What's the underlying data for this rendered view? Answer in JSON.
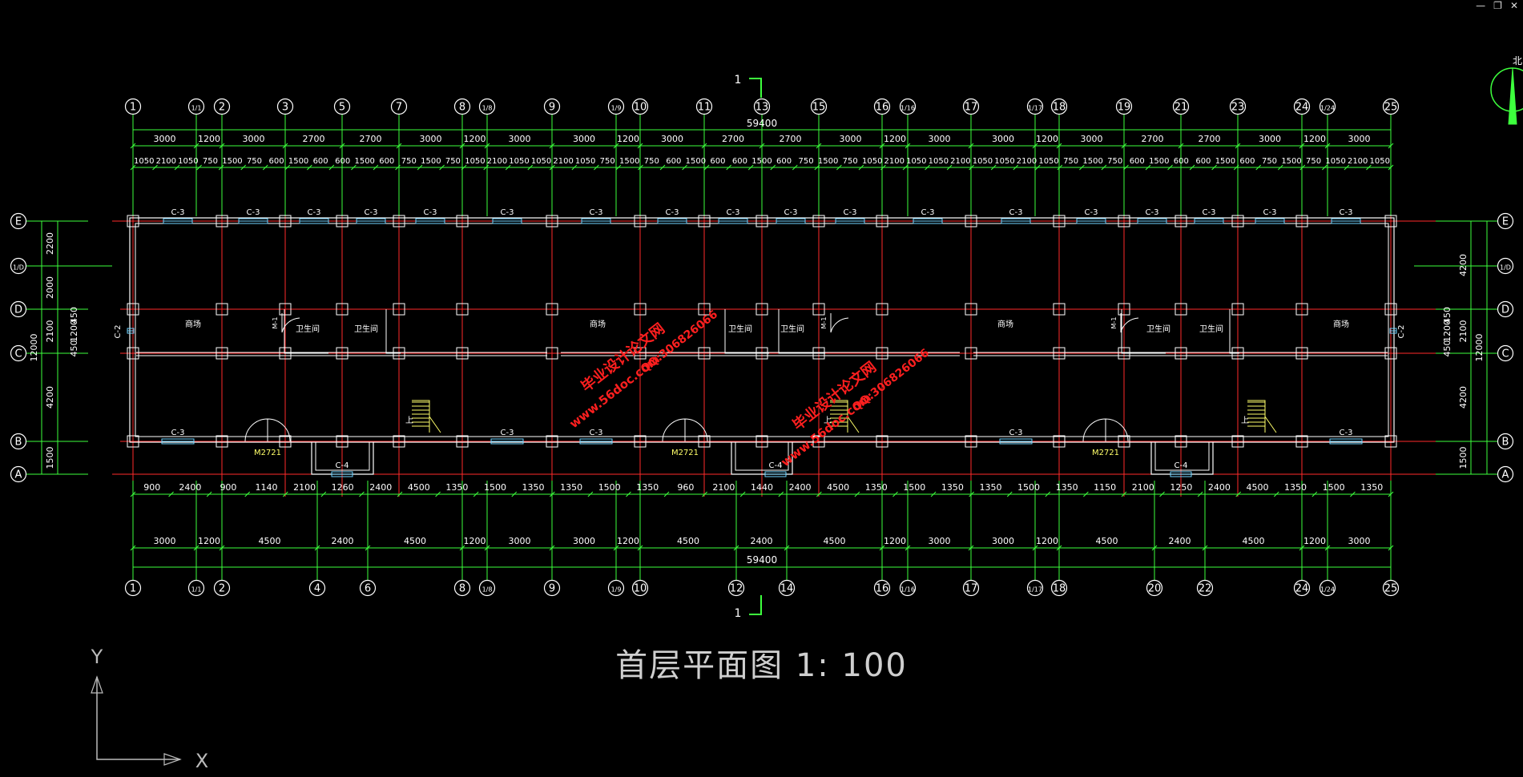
{
  "window": {
    "minimize": "—",
    "restore": "❐",
    "close": "✕"
  },
  "title": "首层平面图 1: 100",
  "north_label": "北",
  "section_mark": "1",
  "total_dim": "59400",
  "axes_top": [
    "1",
    "1/1",
    "2",
    "3",
    "5",
    "7",
    "8",
    "1/8",
    "9",
    "1/9",
    "10",
    "11",
    "13",
    "15",
    "16",
    "1/16",
    "17",
    "1/17",
    "18",
    "19",
    "21",
    "23",
    "24",
    "1/24",
    "25"
  ],
  "axes_bottom": [
    "1",
    "1/1",
    "2",
    "4",
    "6",
    "8",
    "1/8",
    "9",
    "1/9",
    "10",
    "12",
    "14",
    "16",
    "1/16",
    "17",
    "1/17",
    "18",
    "20",
    "22",
    "24",
    "1/24",
    "25"
  ],
  "axes_side": [
    "E",
    "1/D",
    "D",
    "C",
    "B",
    "A"
  ],
  "top_dims_row1": [
    "3000",
    "1200",
    "3000",
    "2700",
    "2700",
    "3000",
    "1200",
    "3000",
    "3000",
    "1200",
    "3000",
    "2700",
    "2700",
    "3000",
    "1200",
    "3000",
    "3000",
    "1200",
    "3000",
    "2700",
    "2700",
    "3000",
    "1200",
    "3000"
  ],
  "top_dims_row2": [
    "1050",
    "2100",
    "1050",
    "750",
    "1500",
    "750",
    "600",
    "1500",
    "600",
    "600",
    "1500",
    "600",
    "750",
    "1500",
    "750",
    "1050",
    "2100",
    "1050",
    "1050",
    "2100",
    "1050",
    "750",
    "1500",
    "750",
    "600",
    "1500",
    "600",
    "600",
    "1500",
    "600",
    "750",
    "1500",
    "750",
    "1050",
    "2100",
    "1050",
    "1050",
    "2100",
    "1050",
    "1050",
    "2100",
    "1050",
    "750",
    "1500",
    "750",
    "600",
    "1500",
    "600",
    "600",
    "1500",
    "600",
    "750",
    "1500",
    "750",
    "1050",
    "2100",
    "1050"
  ],
  "bottom_dims_row1": [
    "900",
    "2400",
    "900",
    "1140",
    "2100",
    "1260",
    "2400",
    "4500",
    "1350",
    "1500",
    "1350",
    "1350",
    "1500",
    "1350",
    "960",
    "2100",
    "1440",
    "2400",
    "4500",
    "1350",
    "1500",
    "1350",
    "1350",
    "1500",
    "1350",
    "1150",
    "2100",
    "1250",
    "2400",
    "4500",
    "1350",
    "1500",
    "1350"
  ],
  "bottom_dims_row2": [
    "3000",
    "1200",
    "4500",
    "2400",
    "4500",
    "1200",
    "3000",
    "3000",
    "1200",
    "4500",
    "2400",
    "4500",
    "1200",
    "3000",
    "3000",
    "1200",
    "4500",
    "2400",
    "4500",
    "1200",
    "3000"
  ],
  "left_dims": [
    "2200",
    "2000",
    "2100",
    "4200",
    "1500"
  ],
  "left_small_dims": [
    "450",
    "1200",
    "450"
  ],
  "left_total": "12000",
  "right_dims": [
    "4200",
    "2100",
    "4200",
    "1500"
  ],
  "right_small_dims": [
    "450",
    "1200",
    "450"
  ],
  "right_total": "12000",
  "window_tags": [
    "C-3",
    "C-2",
    "C-4"
  ],
  "door_tag": "M2721",
  "door_small": "M-1",
  "rooms": {
    "corridor": "商场",
    "toilet": "卫生间",
    "stair": "上"
  },
  "watermark": {
    "site": "www.56doc.com",
    "qq": "QQ:306826066",
    "name": "毕业设计论文网"
  },
  "ucs": {
    "x": "X",
    "y": "Y"
  },
  "colors": {
    "bg": "#000000",
    "grid": "#ff2a2a",
    "dim": "#3dff3d",
    "wall": "#ffffff",
    "window": "#6fd3ff",
    "text": "#ffffff",
    "tag": "#ffff6a",
    "watermark": "#ff1f1f"
  }
}
